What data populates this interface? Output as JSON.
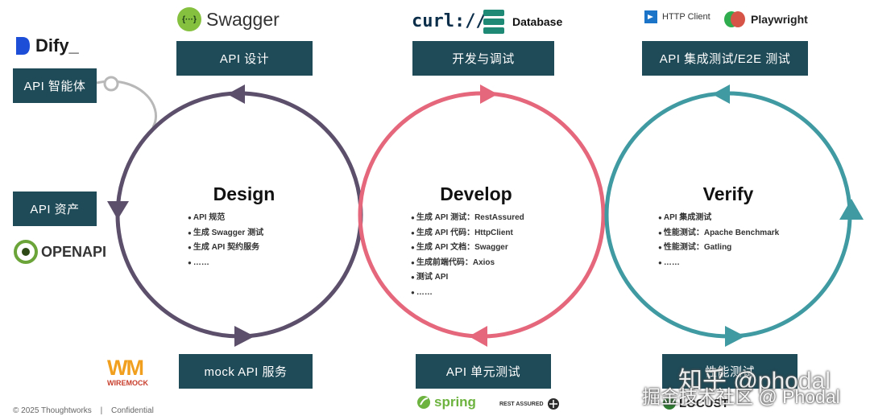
{
  "colors": {
    "design": "#5c4f6b",
    "develop": "#e5677b",
    "verify": "#3f9aa2",
    "box": "#1f4a57"
  },
  "phases": [
    {
      "title": "Design",
      "bullets": [
        "API 规范",
        "生成 Swagger 测试",
        "生成 API 契约服务",
        "……"
      ]
    },
    {
      "title": "Develop",
      "bullets": [
        "生成 API 测试：RestAssured",
        "生成 API 代码：HttpClient",
        "生成 API 文档：Swagger",
        "生成前端代码：Axios",
        "测试 API",
        "……"
      ]
    },
    {
      "title": "Verify",
      "bullets": [
        "API 集成测试",
        "性能测试：Apache Benchmark",
        "性能测试：Gatling",
        "……"
      ]
    }
  ],
  "boxes": {
    "api_design": "API 设计",
    "dev_debug": "开发与调试",
    "integration": "API 集成测试/E2E 测试",
    "agent": "API 智能体",
    "assets": "API 资产",
    "mock": "mock API 服务",
    "unit": "API 单元测试",
    "perf": "性能测试"
  },
  "logos": {
    "swagger": "Swagger",
    "swagger_mark": "{···}",
    "curl": "curl://",
    "database": "Database",
    "http_client": "HTTP Client",
    "playwright": "Playwright",
    "dify": "Dify_",
    "openapi": "OPENAPI",
    "wiremock_mark": "WM",
    "wiremock": "WIREMOCK",
    "spring": "spring",
    "rest_assured": "REST ASSURED",
    "locust": "LOCUST"
  },
  "footer": {
    "copyright": "© 2025 Thoughtworks",
    "confidential": "Confidential"
  },
  "watermark": {
    "line1": "知乎 @phodal",
    "line2": "掘金技术社区 @ Phodal"
  }
}
